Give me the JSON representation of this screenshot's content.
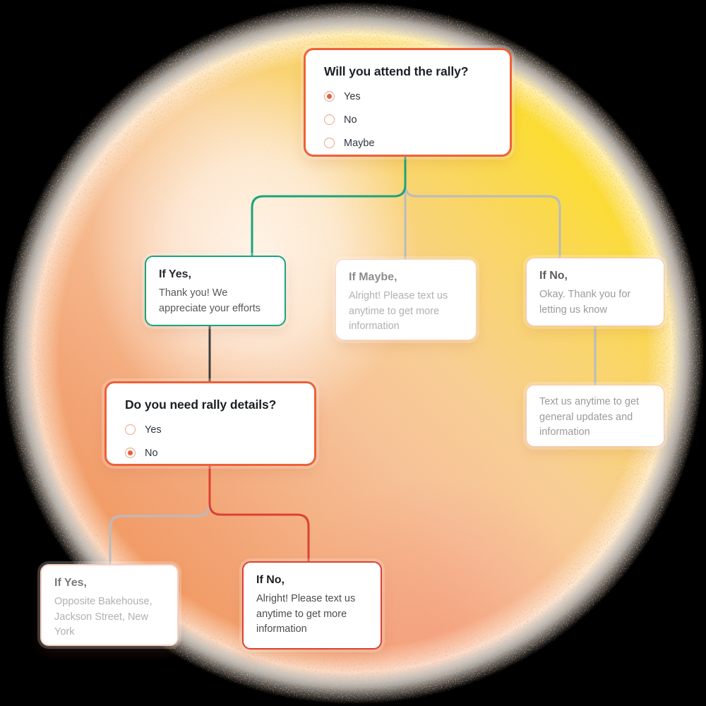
{
  "colors": {
    "accent_orange": "#ee6137",
    "accent_teal": "#1aa47c",
    "accent_red": "#da4233",
    "connector_gray": "#b9bcbf",
    "connector_dark": "#3d3d3d",
    "radio_ring": "#efa184",
    "radio_dot": "#e75f3b",
    "bg_yellow": "#ffe30e",
    "bg_orange": "#ef8749",
    "bg_outer": "#000000"
  },
  "flowchart": {
    "root_question": {
      "title": "Will you attend the rally?",
      "options": [
        {
          "label": "Yes",
          "selected": true
        },
        {
          "label": "No",
          "selected": false
        },
        {
          "label": "Maybe",
          "selected": false
        }
      ]
    },
    "branch_yes": {
      "title": "If Yes,",
      "body": "Thank you! We appreciate your efforts"
    },
    "branch_maybe": {
      "title": "If Maybe,",
      "body": "Alright! Please text us anytime to get more information"
    },
    "branch_no": {
      "title": "If No,",
      "body": "Okay. Thank you for letting us know"
    },
    "branch_no_followup": {
      "body": "Text us anytime to get general updates and information"
    },
    "details_question": {
      "title": "Do you need rally details?",
      "options": [
        {
          "label": "Yes",
          "selected": false
        },
        {
          "label": "No",
          "selected": true
        }
      ]
    },
    "details_yes": {
      "title": "If Yes,",
      "body": "Opposite Bakehouse, Jackson Street, New York"
    },
    "details_no": {
      "title": "If No,",
      "body": "Alright! Please text us anytime to get more information"
    }
  }
}
